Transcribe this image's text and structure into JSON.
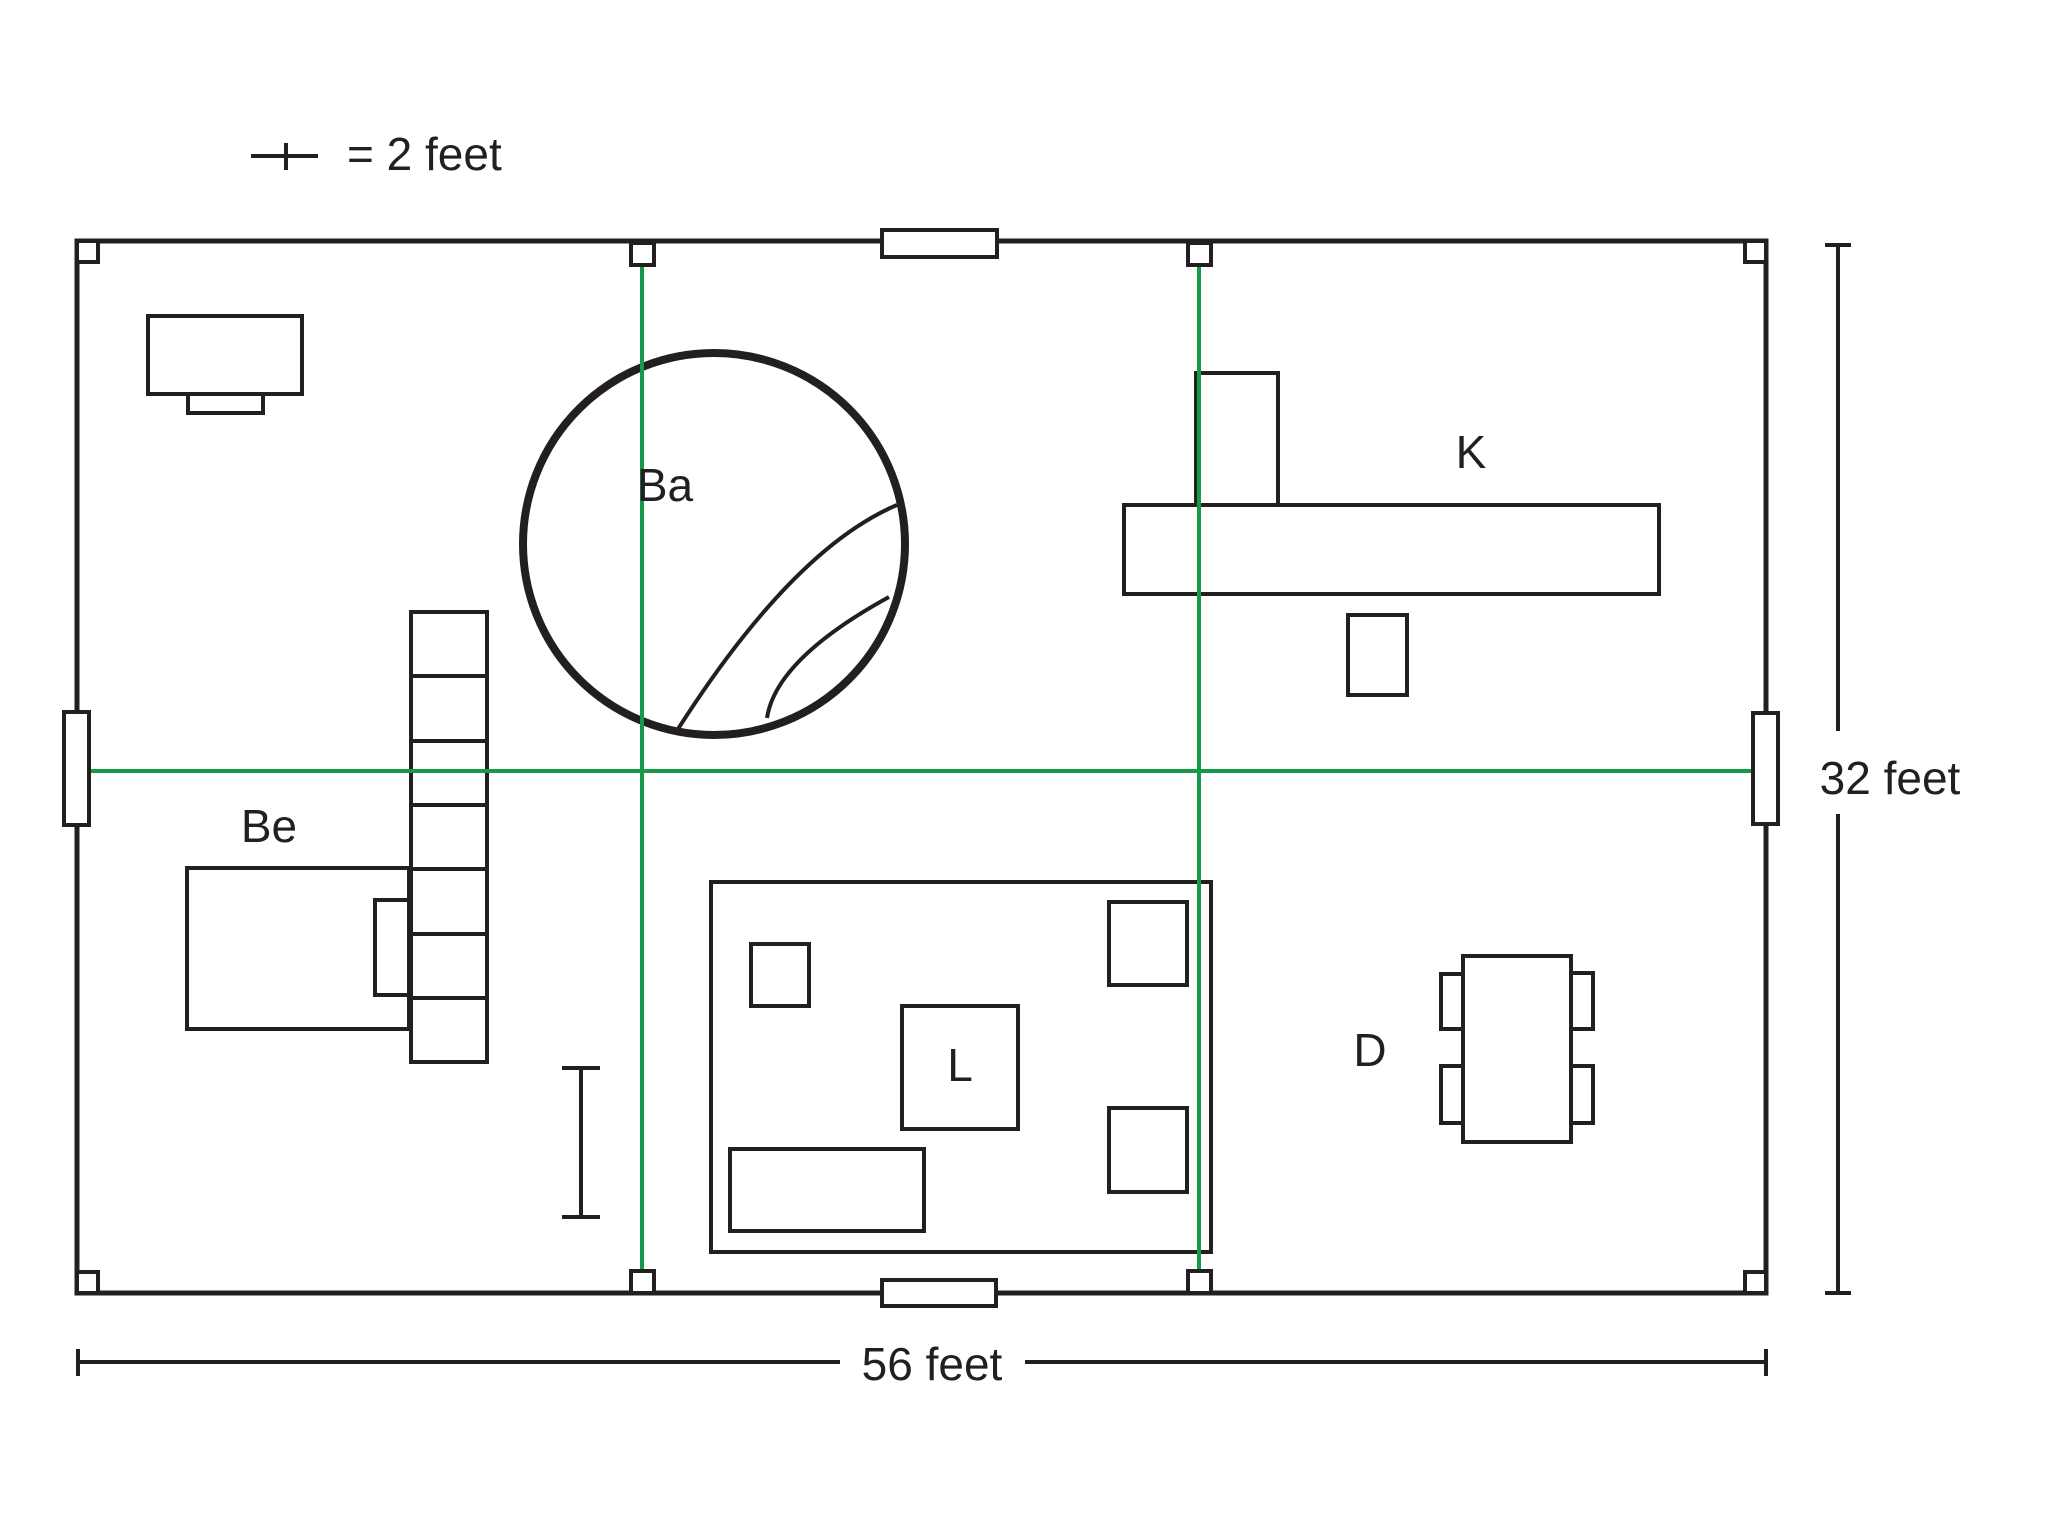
{
  "legend": {
    "text": "= 2 feet"
  },
  "dimension_labels": {
    "width": "56 feet",
    "height": "32 feet"
  },
  "room_labels": {
    "bathroom": "Ba",
    "bedroom": "Be",
    "kitchen": "K",
    "living_room": "L",
    "dining_room": "D"
  },
  "colors": {
    "wall": "#231f20",
    "grid_line": "#169a4a",
    "background": "#ffffff"
  }
}
